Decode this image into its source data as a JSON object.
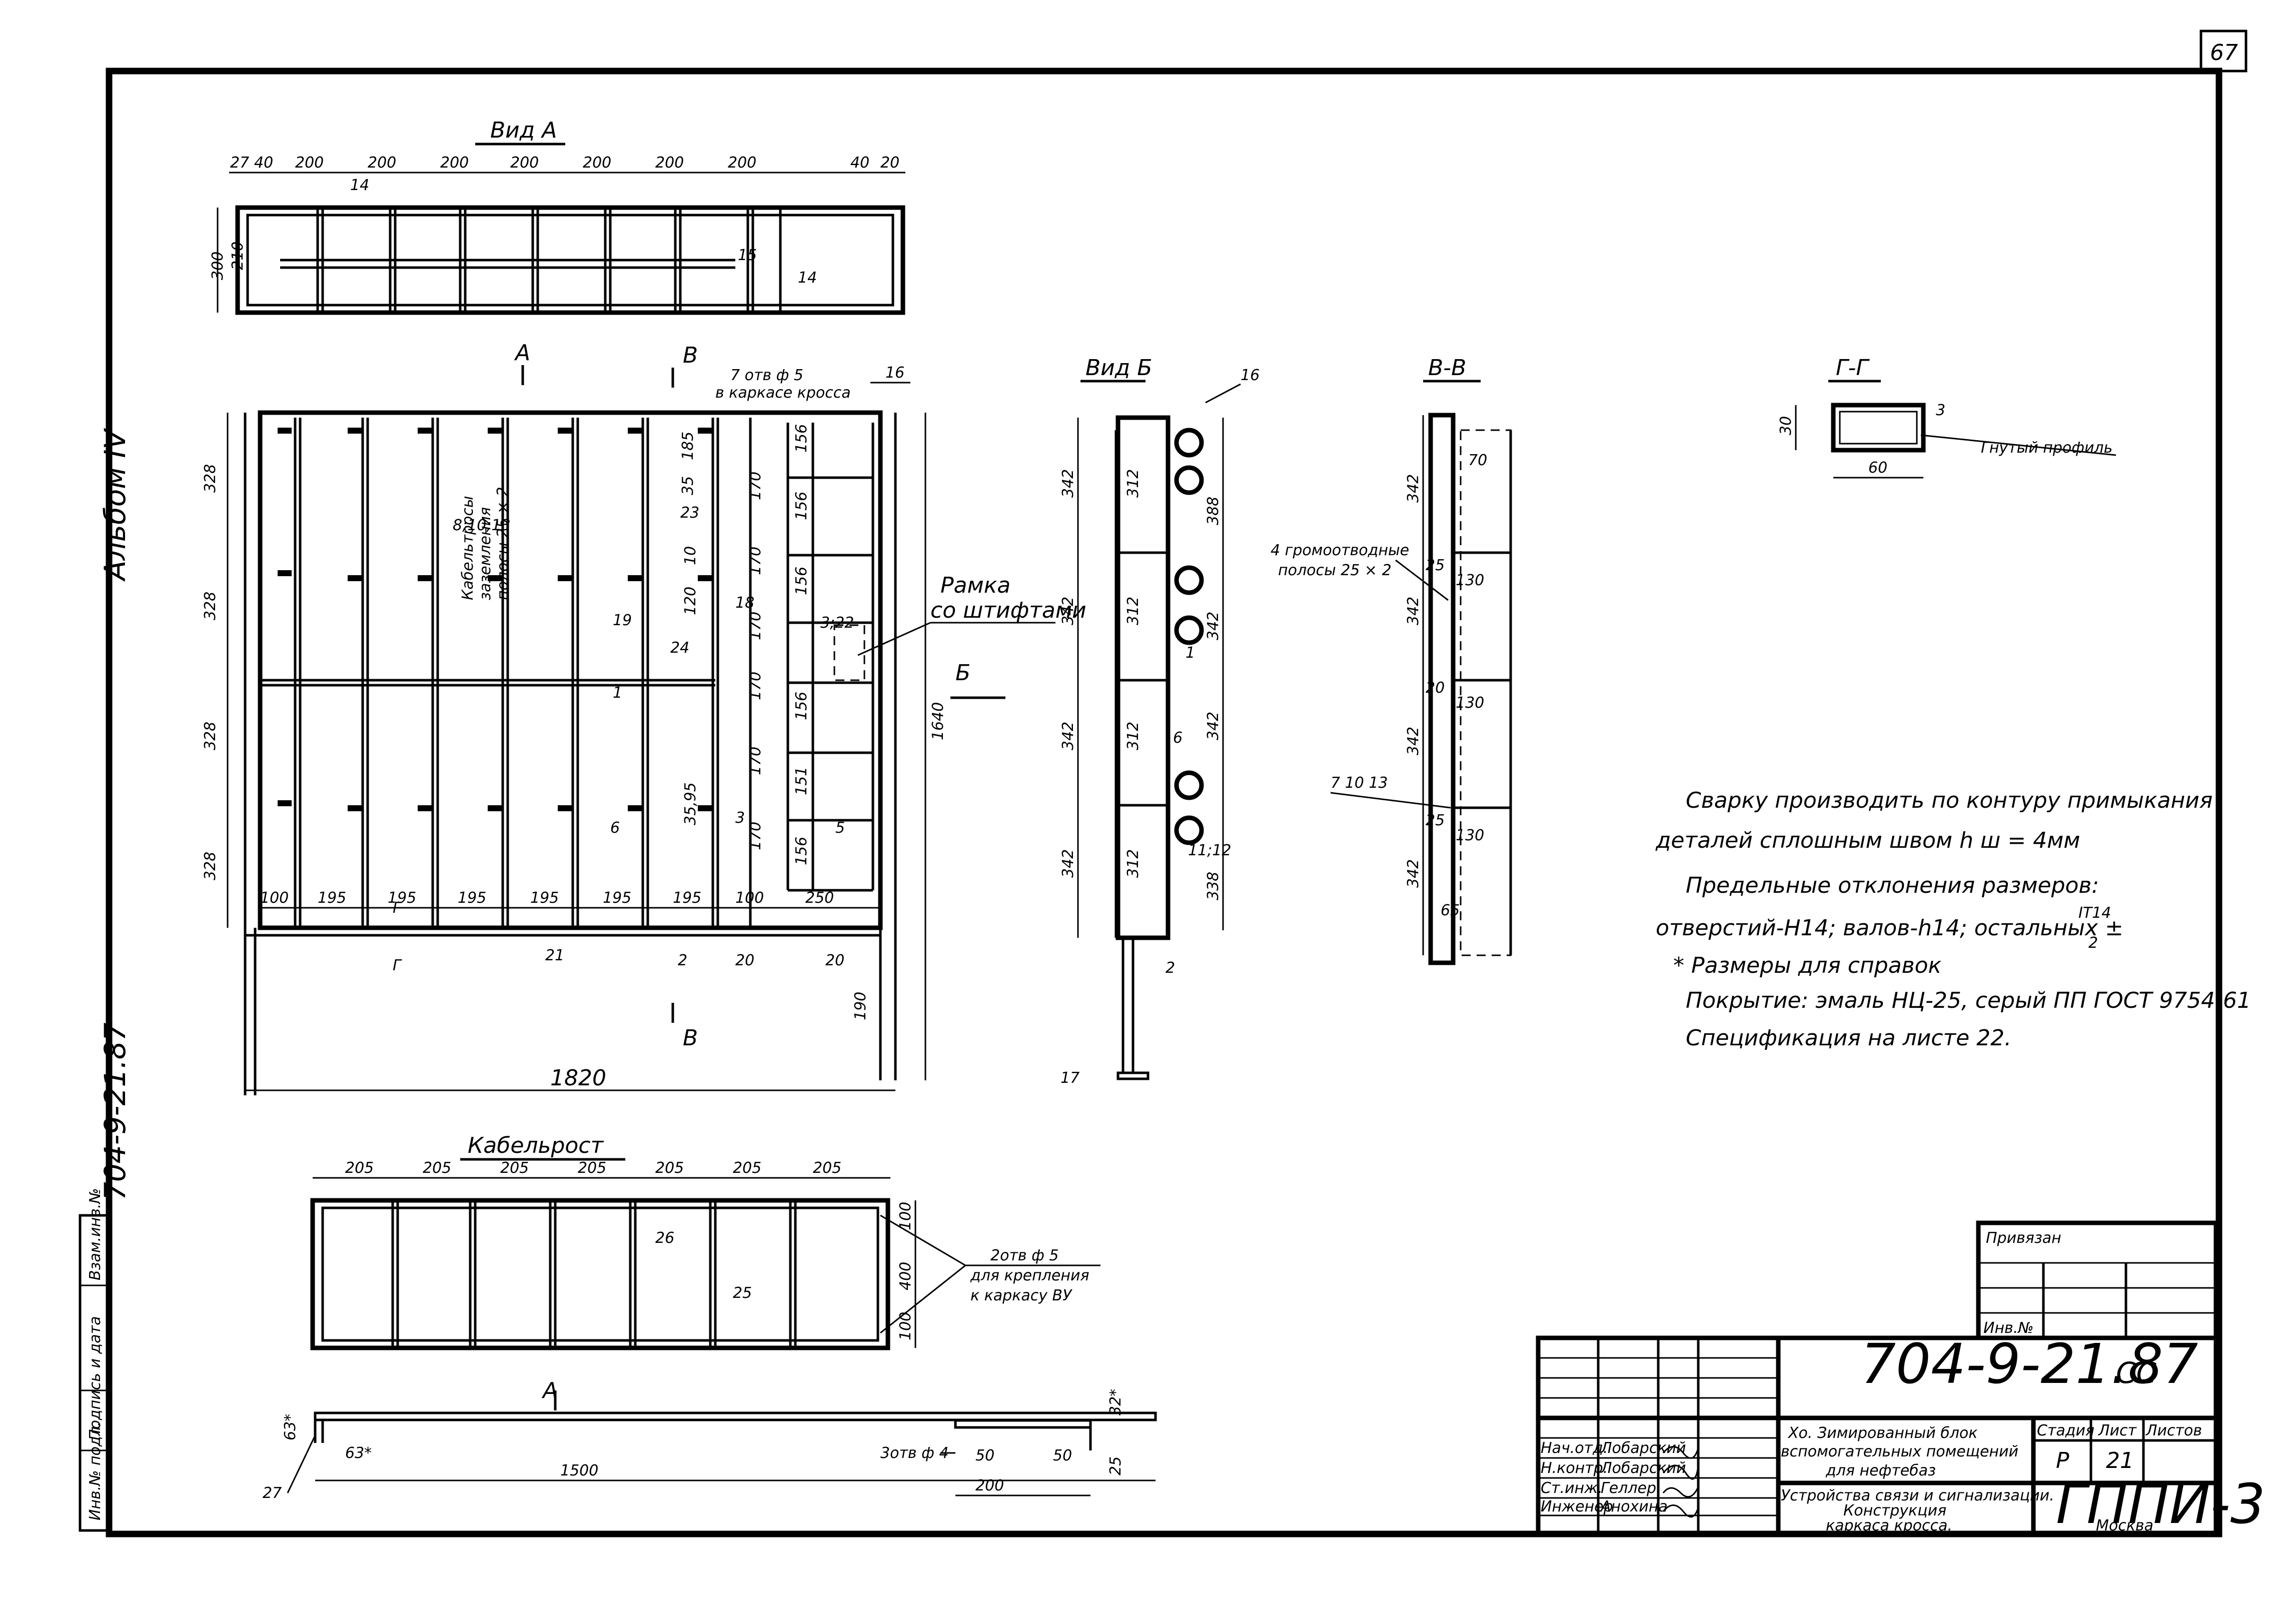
{
  "page_number": "67",
  "album_label": "Альбом IV",
  "side_doc_code": "704-9-21.87",
  "side_stamp": [
    "Инв.№ подл.",
    "Подпись и дата",
    "Взам.инв.№"
  ],
  "views": {
    "view_a": {
      "title": "Вид А",
      "top_dims": [
        "27",
        "40",
        "200",
        "200",
        "200",
        "200",
        "200",
        "200",
        "200",
        "40",
        "20"
      ],
      "side_dims": [
        "300",
        "210"
      ],
      "positions": [
        "14",
        "15",
        "14"
      ]
    },
    "main": {
      "arrow_a": "А",
      "section_b": "В",
      "holes_note": "7 отв ф 5",
      "holes_sub": "в каркасе кросса",
      "positions_top": [
        "16"
      ],
      "left_dims": [
        "328",
        "328",
        "328",
        "328"
      ],
      "bottom_dims": [
        "100",
        "195",
        "195",
        "195",
        "195",
        "195",
        "195",
        "100",
        "250"
      ],
      "overall_width": "1820",
      "overall_height": "1640",
      "right_dim_190": "190",
      "cell_dims": [
        "156",
        "170",
        "170",
        "156",
        "170",
        "156",
        "170",
        "156",
        "170",
        "151",
        "170",
        "156"
      ],
      "callouts": [
        "8;10;13",
        "23",
        "10",
        "120",
        "18",
        "3;22",
        "19",
        "24",
        "1",
        "6",
        "35,95",
        "3",
        "5",
        "185",
        "35",
        "21",
        "2",
        "20",
        "20",
        "Г",
        "Г"
      ],
      "cable_note": [
        "Кабельтросы",
        "заземления",
        "полосы 25 × 2"
      ],
      "frame_note": [
        "Рамка",
        "со штифтами"
      ],
      "arrow_b": "Б"
    },
    "view_b": {
      "title": "Вид Б",
      "dims_left": [
        "342",
        "342",
        "342",
        "342"
      ],
      "dims_mid": [
        "312",
        "312",
        "312",
        "312"
      ],
      "dims_right": [
        "388",
        "342",
        "342",
        "338"
      ],
      "positions": [
        "16",
        "1",
        "6",
        "11;12",
        "2",
        "17"
      ]
    },
    "section_vv": {
      "title": "В-В",
      "dims_left": [
        "342",
        "342",
        "342",
        "342"
      ],
      "inner_dims": [
        "70",
        "25",
        "130",
        "20",
        "130",
        "25",
        "130",
        "65"
      ],
      "note": [
        "4 громоотводные",
        "полосы 25 × 2"
      ],
      "callout": "7 10 13"
    },
    "section_gg": {
      "title": "Г-Г",
      "dim_h": "30",
      "dim_w": "60",
      "pos": "3",
      "label": "Гнутый профиль"
    },
    "cable_rack": {
      "title": "Кабельрост",
      "top_dims": [
        "205",
        "205",
        "205",
        "205",
        "205",
        "205",
        "205"
      ],
      "right_dims": [
        "100",
        "400",
        "100"
      ],
      "positions": [
        "26",
        "25"
      ],
      "holes_note": [
        "2отв ф 5",
        "для крепления",
        "к каркасу ВУ"
      ]
    },
    "angle_detail": {
      "arrow": "А",
      "dims": [
        "63*",
        "63*",
        "1500"
      ],
      "pos": "27",
      "holes": "3отв ф 4",
      "detail_dims": [
        "32*",
        "50",
        "50",
        "200",
        "25"
      ]
    }
  },
  "notes": [
    "Сварку производить по контуру примыкания",
    "деталей сплошным швом h ш = 4мм",
    "Предельные отклонения размеров:",
    "отверстий-Н14; валов-h14; остальных ±",
    "IT14",
    "2",
    "* Размеры для справок",
    "Покрытие: эмаль НЦ-25, серый ПП ГОСТ 9754-61",
    "Спецификация на листе 22."
  ],
  "title_block": {
    "privyazan": "Привязан",
    "inv_no": "Инв.№",
    "doc_code": "704-9-21.87",
    "doc_suffix": "СС",
    "project_title": [
      "Хо. Зимированный блок",
      "вспомогательных помещений",
      "для нефтебаз"
    ],
    "sheet_title": [
      "Устройства связи и сигнализации.",
      "Конструкция",
      "каркаса кросса."
    ],
    "stage_label": "Стадия",
    "sheet_label": "Лист",
    "sheets_label": "Листов",
    "stage": "Р",
    "sheet": "21",
    "roles": [
      "Нач.отд.",
      "Н.контр.",
      "Ст.инж.",
      "Инженер"
    ],
    "names": [
      "Лобарский",
      "Лобарский",
      "Геллер",
      "Анохина"
    ],
    "org": "ГППИ-3",
    "city": "Москва"
  }
}
